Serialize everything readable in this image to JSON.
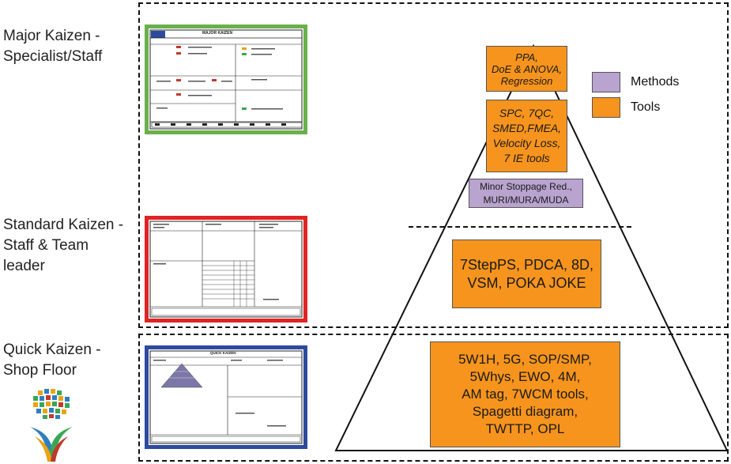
{
  "colors": {
    "tools": "#f7941d",
    "methods": "#b9a3cf",
    "major_frame": "#6ab04c",
    "standard_frame": "#e02424",
    "quick_frame": "#2e4a9e"
  },
  "levels": [
    {
      "id": "major",
      "label": "Major Kaizen -\nSpecialist/Staff"
    },
    {
      "id": "standard",
      "label": "Standard Kaizen -\nStaff & Team\nleader"
    },
    {
      "id": "quick",
      "label": "Quick Kaizen -\nShop Floor"
    }
  ],
  "thumbnails": {
    "major_title": "MAJOR KAIZEN",
    "quick_title": "QUICK KAIZEN"
  },
  "pyramid": {
    "top_tools": "PPA,\nDoE & ANOVA,\nRegression",
    "second_tools": "SPC, 7QC,\nSMED,FMEA,\nVelocity Loss,\n7 IE tools",
    "methods": "Minor Stoppage Red.,\nMURI/MURA/MUDA",
    "middle_tools": "7StepPS, PDCA, 8D,\nVSM, POKA JOKE",
    "bottom_tools": "5W1H, 5G, SOP/SMP,\n5Whys, EWO, 4M,\nAM tag, 7WCM tools,\nSpagetti diagram,\nTWTTP, OPL"
  },
  "legend": [
    {
      "label": "Methods",
      "color": "#b9a3cf"
    },
    {
      "label": "Tools",
      "color": "#f7941d"
    }
  ]
}
